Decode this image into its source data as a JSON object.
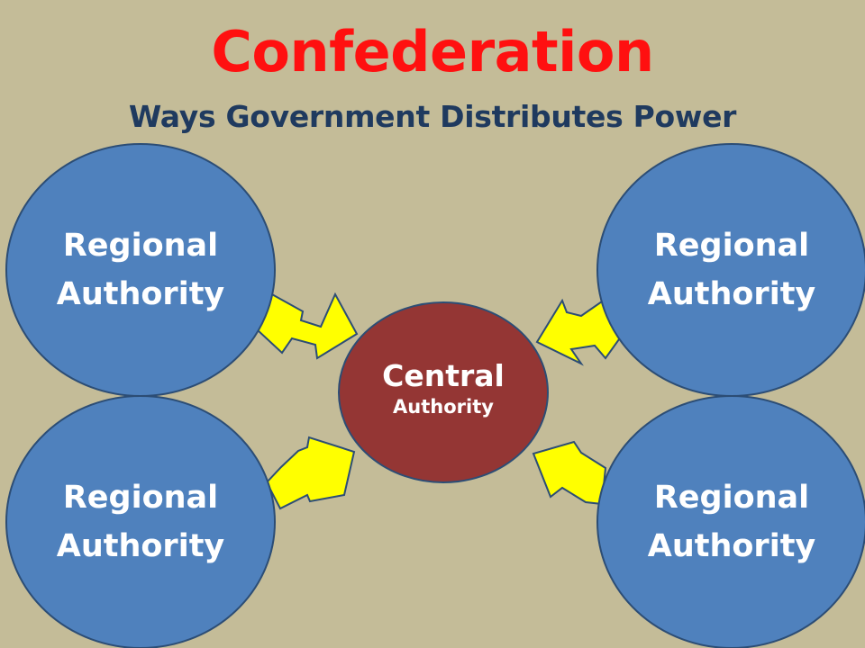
{
  "title": "Confederation",
  "subtitle": "Ways Government Distributes Power",
  "central": {
    "line1": "Central",
    "line2": "Authority"
  },
  "regional": {
    "line1": "Regional",
    "line2": "Authority"
  },
  "colors": {
    "background": "#c4bc98",
    "title": "#ff1010",
    "subtitle": "#1f3a5f",
    "regional_fill": "#4f81bd",
    "regional_stroke": "#2c4d75",
    "central_fill": "#943634",
    "central_stroke": "#2c4d75",
    "arrow_fill": "#ffff00",
    "arrow_stroke": "#2c4d75",
    "label_text": "#ffffff"
  }
}
